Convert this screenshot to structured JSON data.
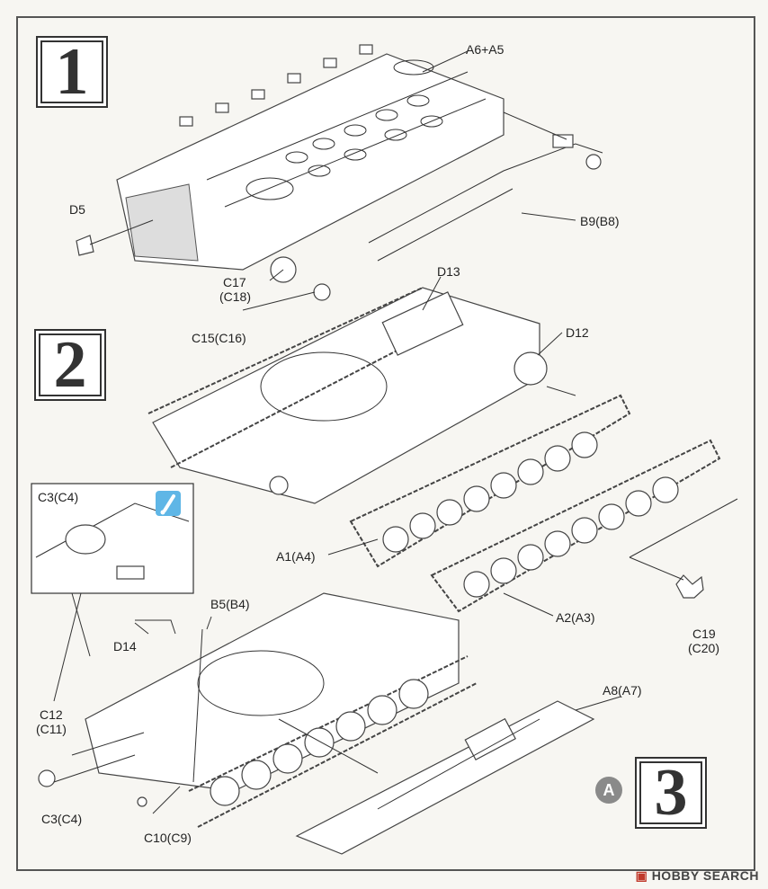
{
  "steps": {
    "step1": "1",
    "step2": "2",
    "step3": "3"
  },
  "labels": {
    "a6a5": "A6+A5",
    "d5": "D5",
    "b9b8": "B9(B8)",
    "c17": "C17",
    "c18": "(C18)",
    "c15c16": "C15(C16)",
    "d13": "D13",
    "d12": "D12",
    "c3c4_top": "C3(C4)",
    "a1a4": "A1(A4)",
    "a2a3": "A2(A3)",
    "c19": "C19",
    "c20": "(C20)",
    "b5b4": "B5(B4)",
    "d14": "D14",
    "c12": "C12",
    "c11": "(C11)",
    "c3c4_bottom": "C3(C4)",
    "c10c9": "C10(C9)",
    "a8a7": "A8(A7)"
  },
  "badge": "A",
  "watermark": {
    "brand": "HOBBY SEARCH"
  },
  "icons": {
    "glue": "glue-bottle-icon"
  },
  "colors": {
    "glue_icon_bg": "#5fb6e6",
    "badge_bg": "#8a8a8a",
    "watermark_logo": "#c0392b"
  }
}
